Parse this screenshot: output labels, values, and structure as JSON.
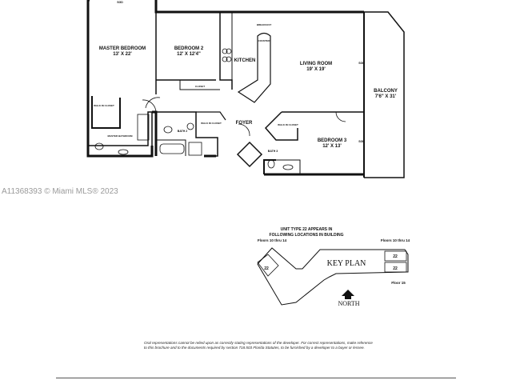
{
  "floor_plan": {
    "rooms": [
      {
        "name": "MASTER BEDROOM",
        "size": "13' X 22'"
      },
      {
        "name": "BEDROOM 2",
        "size": "12' X 12'4\""
      },
      {
        "name": "KITCHEN",
        "size": ""
      },
      {
        "name": "LIVING ROOM",
        "size": "19' X 19'"
      },
      {
        "name": "BALCONY",
        "size": "7'6\" X 31'"
      },
      {
        "name": "BEDROOM 3",
        "size": "12' X 13'"
      }
    ],
    "small_labels": {
      "sgd_top": "SGD",
      "sgd_living": "SGD",
      "sgd_bed3": "SGD",
      "breakfast": "BREAKFAST",
      "counter": "COUNTER",
      "closet": "CLOSET",
      "walkin_master": "WALK IN CLOSET",
      "master_bath": "MASTER BATHROOM",
      "bath2": "BATH 2",
      "walkin2": "WALK IN CLOSET",
      "foyer": "FOYER",
      "walkin3": "WALK IN CLOSET",
      "bath3": "BATH 3"
    }
  },
  "watermark": "A11368393 © Miami MLS® 2023",
  "key_plan": {
    "heading_line1": "UNIT TYPE 22 APPEARS IN",
    "heading_line2": "FOLLOWING LOCATIONS IN BUILDING",
    "title": "KEY PLAN",
    "floors_left": "Floors 10 thru 14",
    "floors_right": "Floors 10 thru 14",
    "floor_15": "Floor 15",
    "unit_left": "22",
    "unit_right_top": "22",
    "unit_right_bottom": "22",
    "north": "NORTH"
  },
  "disclaimer": "Oral representations cannot be relied upon as correctly stating representations of the developer. For correct representations, make reference to this brochure and to the documents required by section 718.503 Florida Statutes, to be furnished by a developer to a buyer or lessee."
}
